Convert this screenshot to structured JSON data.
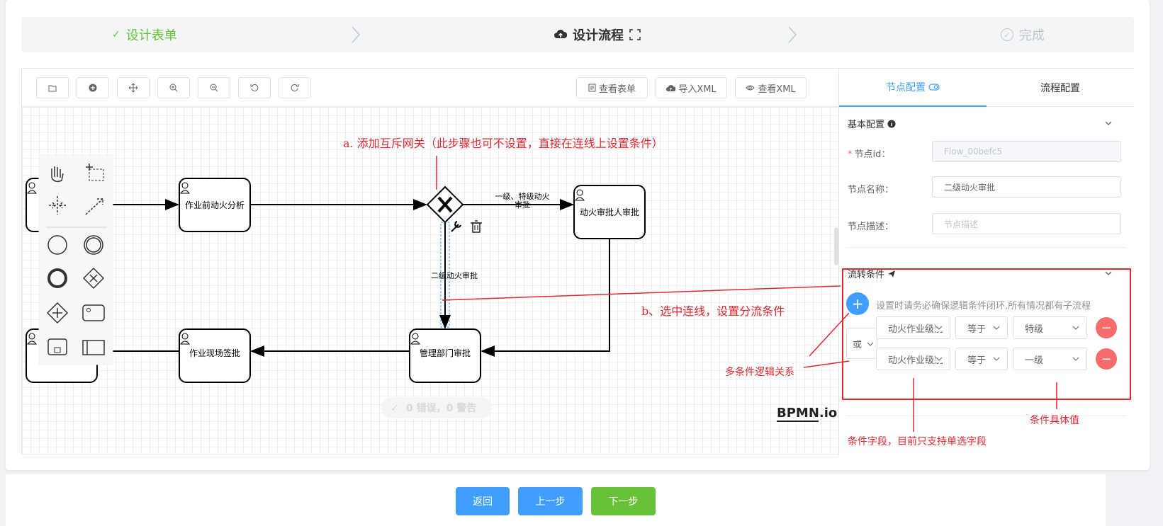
{
  "steps": {
    "step1": "设计表单",
    "step2": "设计流程",
    "step3": "完成"
  },
  "toolbar": {
    "view_form": "查看表单",
    "import_xml": "导入XML",
    "view_xml": "查看XML"
  },
  "diagram": {
    "task_pre_analysis": "作业前动火分析",
    "task_approver": "动火审批人审批",
    "task_dept": "管理部门审批",
    "task_sign": "作业现场签批",
    "flow_level1": "一级、特级动火",
    "flow_level1_b": "审批",
    "flow_level2": "二级动火审批",
    "validation": "0 错误，0 警告",
    "logo": "BPMN.io"
  },
  "panel": {
    "tab_node": "节点配置",
    "tab_process": "流程配置",
    "basic_title": "基本配置",
    "node_id_label": "节点id：",
    "node_id_value": "Flow_00befc5",
    "node_name_label": "节点名称：",
    "node_name_value": "二级动火审批",
    "node_desc_label": "节点描述：",
    "node_desc_placeholder": "节点描述",
    "cond_title": "流转条件",
    "cond_hint": "设置时请务必确保逻辑条件闭环,所有情况都有子流程",
    "logic_op": "或",
    "rows": [
      {
        "field": "动火作业级别",
        "op": "等于",
        "value": "特级"
      },
      {
        "field": "动火作业级别",
        "op": "等于",
        "value": "一级"
      }
    ]
  },
  "annotations": {
    "a": "a. 添加互斥网关（此步骤也可不设置，直接在连线上设置条件）",
    "b": "b、选中连线，设置分流条件",
    "logic": "多条件逻辑关系",
    "field": "条件字段，目前只支持单选字段",
    "value": "条件具体值"
  },
  "buttons": {
    "back": "返回",
    "prev": "上一步",
    "next": "下一步"
  },
  "colors": {
    "primary": "#409eff",
    "success": "#67c23a",
    "danger": "#f56c6c",
    "annotation": "#e0282e"
  }
}
